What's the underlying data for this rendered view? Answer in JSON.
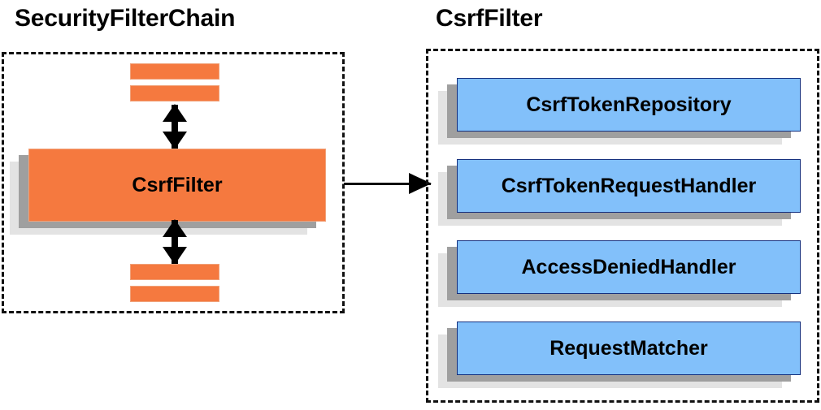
{
  "diagram": {
    "type": "architecture-component-diagram",
    "background_color": "#FFFFFF",
    "palette": {
      "orange_fill": "#F5793F",
      "orange_border": "#F0A27A",
      "blue_fill": "#82C0FA",
      "blue_border": "#14307E",
      "shadow_near": "#9F9F9F",
      "shadow_far": "#E3E3E3",
      "outline": "#111111",
      "text": "#000000"
    }
  },
  "left_panel": {
    "title": "SecurityFilterChain",
    "main_box": {
      "label": "CsrfFilter",
      "color": "#F5793F"
    },
    "stubs_above": [
      {
        "name": "filter-stub-above-1"
      },
      {
        "name": "filter-stub-above-2"
      }
    ],
    "stubs_below": [
      {
        "name": "filter-stub-below-1"
      },
      {
        "name": "filter-stub-below-2"
      }
    ],
    "arrows": [
      {
        "name": "arrow-up-chain",
        "direction": "bidirectional-vertical"
      },
      {
        "name": "arrow-down-chain",
        "direction": "bidirectional-vertical"
      }
    ]
  },
  "connector": {
    "name": "csrffilter-expansion-arrow",
    "direction": "right",
    "from": "SecurityFilterChain",
    "to": "CsrfFilter"
  },
  "right_panel": {
    "title": "CsrfFilter",
    "components": [
      {
        "label": "CsrfTokenRepository",
        "color": "#82C0FA"
      },
      {
        "label": "CsrfTokenRequestHandler",
        "color": "#82C0FA"
      },
      {
        "label": "AccessDeniedHandler",
        "color": "#82C0FA"
      },
      {
        "label": "RequestMatcher",
        "color": "#82C0FA"
      }
    ]
  }
}
